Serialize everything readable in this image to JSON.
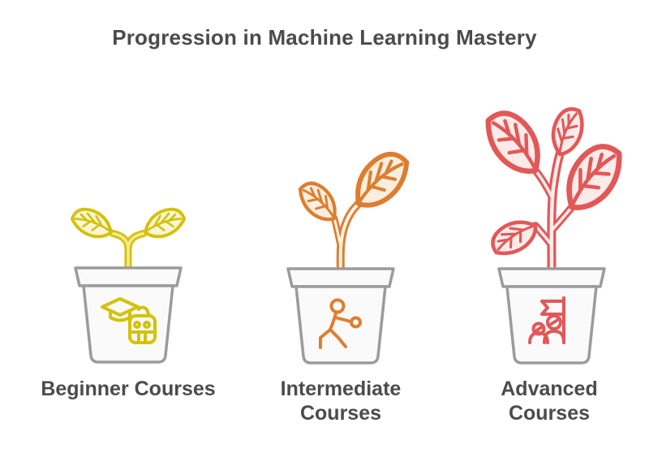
{
  "title": "Progression in Machine Learning Mastery",
  "stages": [
    {
      "id": "beginner",
      "label": "Beginner Courses",
      "label_line1": "Beginner Courses",
      "label_line2": "",
      "icon": "graduation-cap-robot-icon",
      "plant": "small-sprout-two-leaves",
      "accent": "#d4c20a",
      "leaf_fill": "#f9f5d7",
      "stem_core": "#f3e88f"
    },
    {
      "id": "intermediate",
      "label": "Intermediate Courses",
      "label_line1": "Intermediate",
      "label_line2": "Courses",
      "icon": "person-training-icon",
      "plant": "medium-plant-two-leaves",
      "accent": "#dd7e2f",
      "leaf_fill": "#fbeede",
      "stem_core": "#fdf3e6"
    },
    {
      "id": "advanced",
      "label": "Advanced Courses",
      "label_line1": "Advanced",
      "label_line2": "Courses",
      "icon": "team-flag-icon",
      "plant": "tall-plant-four-leaves",
      "accent": "#e25858",
      "leaf_fill": "#fcebe8",
      "stem_core": "#ffecec"
    }
  ],
  "colors": {
    "background": "#ffffff",
    "text": "#4b4b4b",
    "pot_outline": "#9b9b9b",
    "pot_fill": "#fafafa"
  }
}
